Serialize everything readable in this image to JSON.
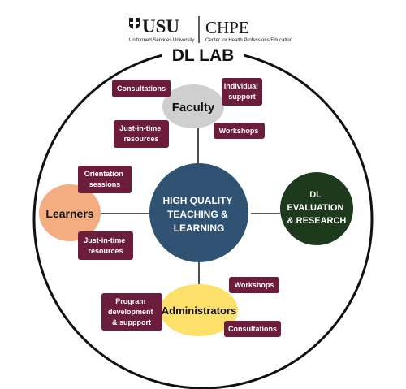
{
  "header": {
    "usu_logo": "USU",
    "usu_subtitle": "Uniformed Services University",
    "chpe_logo": "CHPE",
    "chpe_subtitle": "Center for Health Professions Education"
  },
  "title": "DL LAB",
  "hub": [
    "HIGH QUALITY",
    "TEACHING &",
    "LEARNING"
  ],
  "nodes": {
    "faculty": "Faculty",
    "learners": "Learners",
    "administrators": "Administrators",
    "evaluation": [
      "DL",
      "EVALUATION",
      "& RESEARCH"
    ]
  },
  "faculty_items": {
    "consultations": [
      "Consultations"
    ],
    "individual_support": [
      "Individual",
      "support"
    ],
    "just_in_time": [
      "Just-in-time",
      "resources"
    ],
    "workshops": [
      "Workshops"
    ]
  },
  "learner_items": {
    "orientation": [
      "Orientation",
      "sessions"
    ],
    "just_in_time": [
      "Just-in-time",
      "resources"
    ]
  },
  "admin_items": {
    "workshops": [
      "Workshops"
    ],
    "program_dev": [
      "Program",
      "development",
      "& suppport"
    ],
    "consultations": [
      "Consultations"
    ]
  },
  "colors": {
    "pill": "#6b1d3b",
    "hub": "#2f5273",
    "faculty": "#cfcfcf",
    "learners": "#f3ad80",
    "administrators": "#fde06a",
    "evaluation": "#1d3a1c"
  }
}
